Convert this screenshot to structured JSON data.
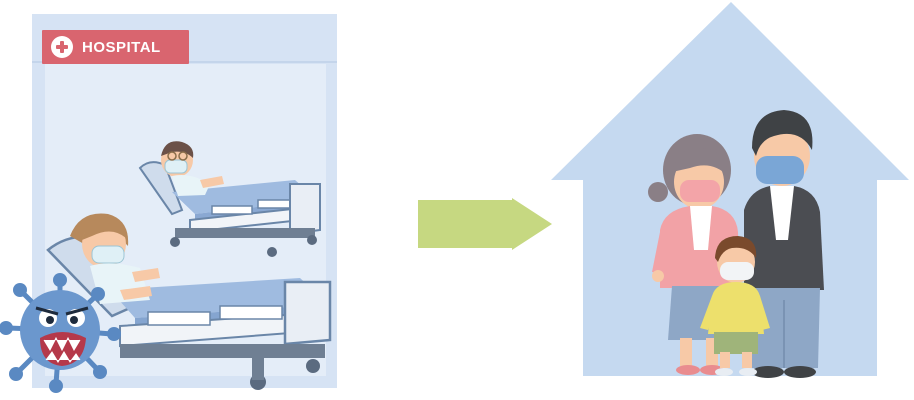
{
  "hospital": {
    "label": "HOSPITAL",
    "icon": "plus-cross-icon",
    "badge_color": "#d9656f"
  },
  "arrow": {
    "icon": "right-arrow",
    "color": "#c6d881"
  },
  "house": {
    "icon": "house-silhouette",
    "color": "#c5d9f0"
  },
  "people": [
    "hospital-patient-man",
    "hospital-patient-woman",
    "family-mother",
    "family-father",
    "family-child"
  ],
  "virus": {
    "icon": "virus-monster-icon",
    "color": "#5a89c2"
  }
}
